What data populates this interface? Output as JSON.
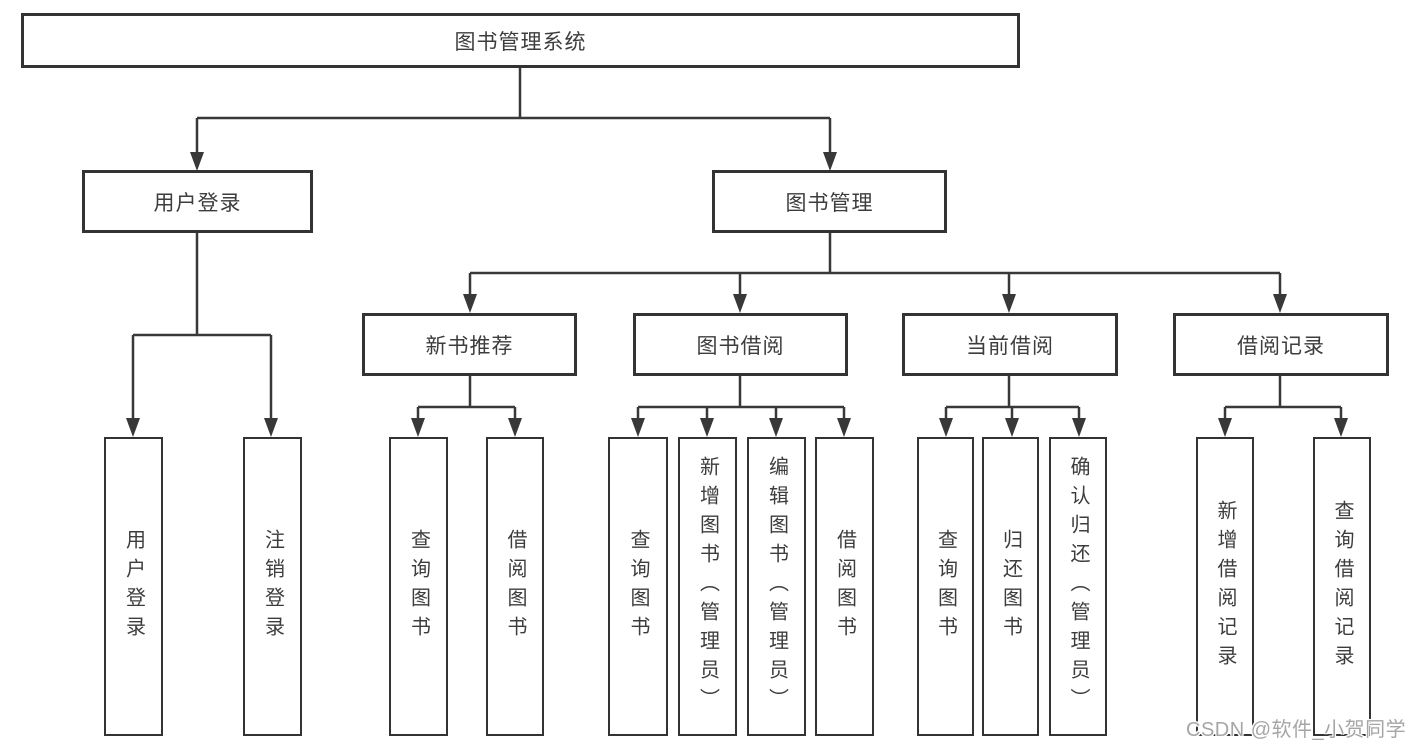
{
  "tree": {
    "root": "图书管理系统",
    "children": [
      {
        "label": "用户登录",
        "children": [
          {
            "label": "用户登录"
          },
          {
            "label": "注销登录"
          }
        ]
      },
      {
        "label": "图书管理",
        "children": [
          {
            "label": "新书推荐",
            "children": [
              {
                "label": "查询图书"
              },
              {
                "label": "借阅图书"
              }
            ]
          },
          {
            "label": "图书借阅",
            "children": [
              {
                "label": "查询图书"
              },
              {
                "label": "新增图书（管理员）"
              },
              {
                "label": "编辑图书（管理员）"
              },
              {
                "label": "借阅图书"
              }
            ]
          },
          {
            "label": "当前借阅",
            "children": [
              {
                "label": "查询图书"
              },
              {
                "label": "归还图书"
              },
              {
                "label": "确认归还（管理员）"
              }
            ]
          },
          {
            "label": "借阅记录",
            "children": [
              {
                "label": "新增借阅记录"
              },
              {
                "label": "查询借阅记录"
              }
            ]
          }
        ]
      }
    ]
  },
  "watermark": {
    "text": "CSDN @软件_小贺同学"
  },
  "colors": {
    "line": "#383838",
    "box_border": "#333333",
    "text": "#3d3d3d",
    "background": "#ffffff",
    "watermark": "#a6a6a6"
  }
}
